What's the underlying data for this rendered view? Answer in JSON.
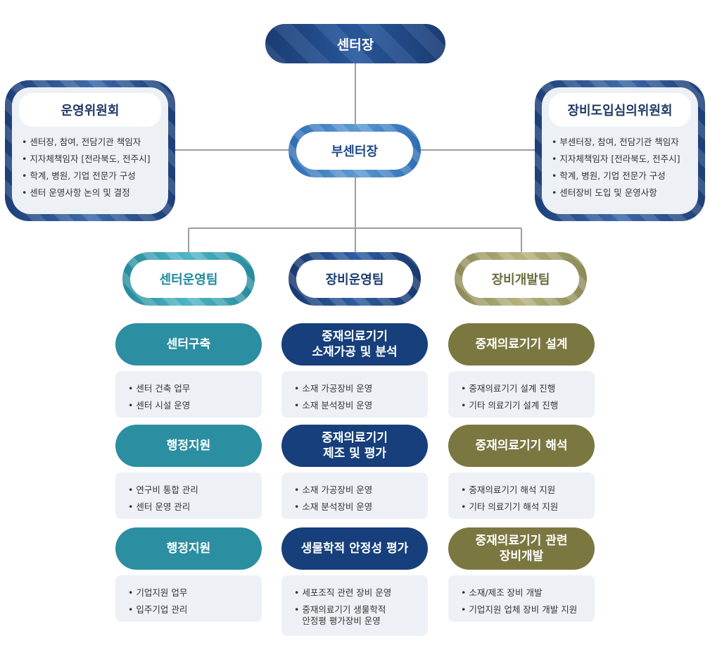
{
  "head": {
    "label": "센터장"
  },
  "deputy": {
    "label": "부센터장"
  },
  "committees": {
    "operations": {
      "title": "운영위원회",
      "items": [
        "센터장, 참여, 전담기관 책임자",
        "지자체책임자 [전라북도, 전주시]",
        "학계, 병원, 기업 전문가 구성",
        "센터 운영사항 논의 및 결정"
      ]
    },
    "equipment": {
      "title": "장비도입심의위원회",
      "items": [
        "부센터장, 참여, 전담기관 책임자",
        "지자체책임자 [전라북도, 전주시]",
        "학계, 병원, 기업 전문가 구성",
        "센터장비 도입 및 운영사항"
      ]
    }
  },
  "teams": [
    {
      "label": "센터운영팀",
      "color": "#2b8ea1",
      "tasks": [
        {
          "title": "센터구축",
          "items": [
            "센터 건축 업무",
            "센터 시설 운영"
          ]
        },
        {
          "title": "행정지원",
          "items": [
            "연구비 통합 관리",
            "센터 운영 관리"
          ]
        },
        {
          "title": "행정지원",
          "items": [
            "기업지원 업무",
            "입주기업 관리"
          ]
        }
      ]
    },
    {
      "label": "장비운영팀",
      "color": "#163f7b",
      "tasks": [
        {
          "title_lines": [
            "중재의료기기",
            "소재가공 및 분석"
          ],
          "items": [
            "소재 가공장비 운영",
            "소재 분석장비 운영"
          ]
        },
        {
          "title_lines": [
            "중재의료기기",
            "제조 및 평가"
          ],
          "items": [
            "소재 가공장비 운영",
            "소재 분석장비 운영"
          ]
        },
        {
          "title": "생물학적 안정성 평가",
          "items": [
            "세포조직 관련 장비 운영"
          ],
          "wrap_item": [
            "중재의료기기 생물학적",
            "안정평 평가장비 운영"
          ]
        }
      ]
    },
    {
      "label": "장비개발팀",
      "color": "#7b7741",
      "tasks": [
        {
          "title": "중재의료기기 설계",
          "items": [
            "중재의료기기 설계 진행",
            "기타 의료기기 설계 진행"
          ]
        },
        {
          "title": "중재의료기기 해석",
          "items": [
            "중재의료기기 해석 지원",
            "기타 의료기기 해석 지원"
          ]
        },
        {
          "title_lines": [
            "중재의료기기 관련",
            "장비개발"
          ],
          "items": [
            "소재/제조 장비 개발",
            "기업지원 업체 장비 개발 지원"
          ]
        }
      ]
    }
  ]
}
